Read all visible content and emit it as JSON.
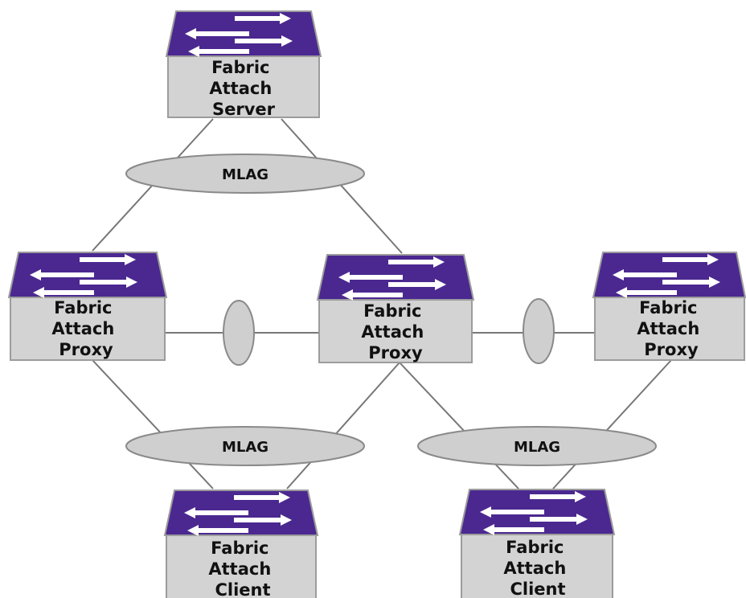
{
  "colors": {
    "switch_top": "#4b2890",
    "switch_body": "#d3d3d3",
    "switch_edge": "#9c9c9c",
    "arrow": "#ffffff",
    "ellipse_fill": "#cfcfcf",
    "ellipse_edge": "#8a8a8a",
    "link": "#777777"
  },
  "icons": {
    "switch_symbol": "bidirectional-arrows-icon"
  },
  "devices": {
    "server": {
      "label_lines": [
        "Fabric",
        "Attach",
        "Server"
      ]
    },
    "proxy_left": {
      "label_lines": [
        "Fabric",
        "Attach",
        "Proxy"
      ]
    },
    "proxy_center": {
      "label_lines": [
        "Fabric",
        "Attach",
        "Proxy"
      ]
    },
    "proxy_right": {
      "label_lines": [
        "Fabric",
        "Attach",
        "Proxy"
      ]
    },
    "client_left": {
      "label_lines": [
        "Fabric",
        "Attach",
        "Client"
      ]
    },
    "client_right": {
      "label_lines": [
        "Fabric",
        "Attach",
        "Client"
      ]
    }
  },
  "mlags": {
    "top": {
      "label": "MLAG"
    },
    "bottom_left": {
      "label": "MLAG"
    },
    "bottom_right": {
      "label": "MLAG"
    }
  }
}
